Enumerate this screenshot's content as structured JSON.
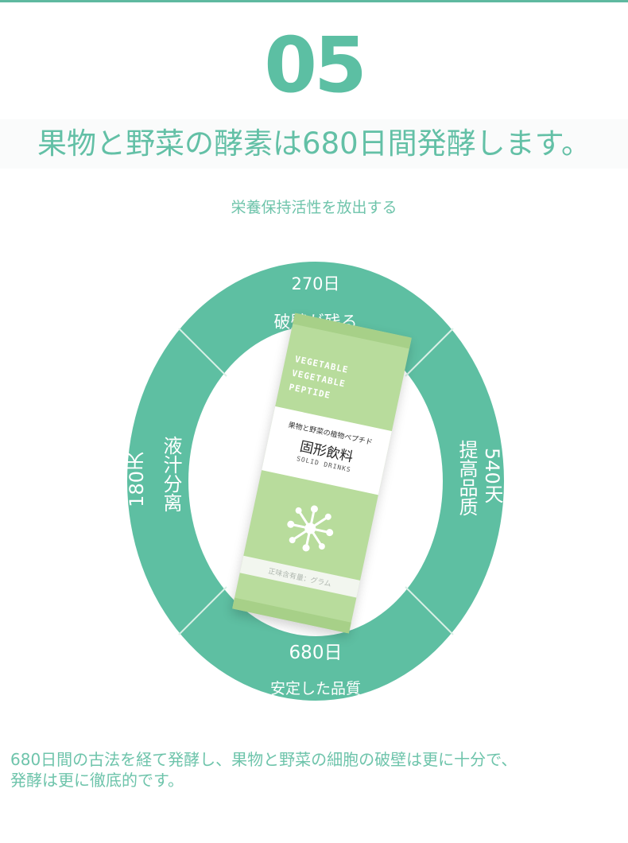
{
  "section_number": "05",
  "headline": "果物と野菜の酵素は680日間発酵します。",
  "subheadline": "栄養保持活性を放出する",
  "ring": {
    "segments": [
      {
        "day": "270日",
        "label": "破壁が残る"
      },
      {
        "day": "540天",
        "label": "提高品质"
      },
      {
        "day": "680日",
        "label": "安定した品質"
      },
      {
        "day": "180天",
        "label": "液汁分离"
      }
    ]
  },
  "product": {
    "en_lines": [
      "VEGETABLE",
      "VEGETABLE",
      "PEPTIDE"
    ],
    "jp_small": "果物と野菜の植物ペプチド",
    "jp_big": "固形飲料",
    "en_small": "SOLID DRINKS",
    "net_weight": "正味含有量：グラム"
  },
  "footer": {
    "line1": "680日間の古法を経て発酵し、果物と野菜の細胞の破壁は更に十分で、",
    "line2": "発酵は更に徹底的です。"
  },
  "colors": {
    "accent": "#5cbfa3",
    "ring": "#5ebfa2",
    "product": "#b8dc9c"
  }
}
